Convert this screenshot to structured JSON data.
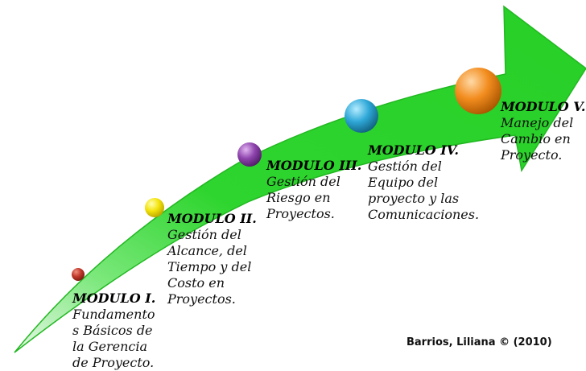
{
  "modules": [
    {
      "title": "MODULO I.",
      "desc": "Fundamento\ns Básicos de\nla Gerencia\nde Proyecto.",
      "color": "#c0392b"
    },
    {
      "title": "MODULO II.",
      "desc": "Gestión del\nAlcance, del\nTiempo y del\nCosto en\nProyectos.",
      "color": "#f4e30c"
    },
    {
      "title": "MODULO III.",
      "desc": "Gestión del\nRiesgo en\nProyectos.",
      "color": "#8e44ad"
    },
    {
      "title": "MODULO IV.",
      "desc": "Gestión del\nEquipo del\nproyecto y las\nComunicaciones.",
      "color": "#2fa8d8"
    },
    {
      "title": "MODULO V.",
      "desc": "Manejo del\nCambio en\nProyecto.",
      "color": "#f28c1e"
    }
  ],
  "credit": "Barrios, Liliana © (2010)",
  "colors": {
    "arrow": "#2fd52f",
    "arrow_edge": "#1fa81f"
  }
}
